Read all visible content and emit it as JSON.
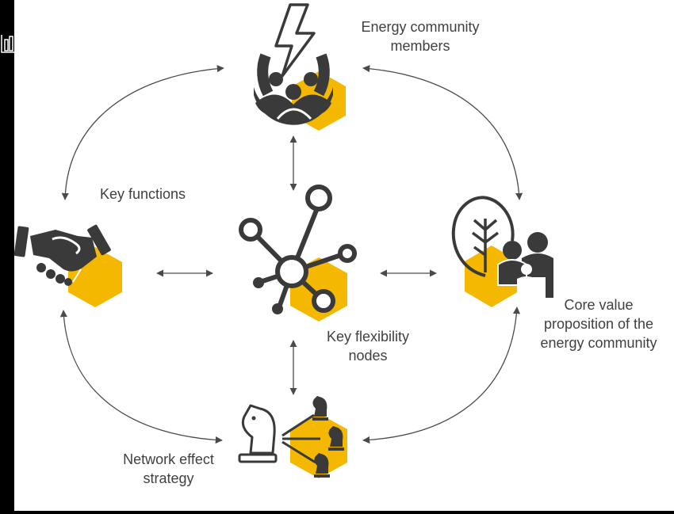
{
  "colors": {
    "accent": "#F5B800",
    "icon": "#3A3A3A",
    "text": "#404040",
    "arrow": "#4A4A4A"
  },
  "nodes": {
    "members": {
      "label": "Energy community\nmembers",
      "icon": "lightning-people-icon"
    },
    "functions": {
      "label": "Key functions",
      "icon": "handshake-icon"
    },
    "flexibility": {
      "label": "Key flexibility\nnodes",
      "icon": "network-nodes-icon"
    },
    "value": {
      "label": "Core value\nproposition of the\nenergy community",
      "icon": "tree-family-icon"
    },
    "network": {
      "label": "Network effect\nstrategy",
      "icon": "chess-knight-icon"
    }
  }
}
